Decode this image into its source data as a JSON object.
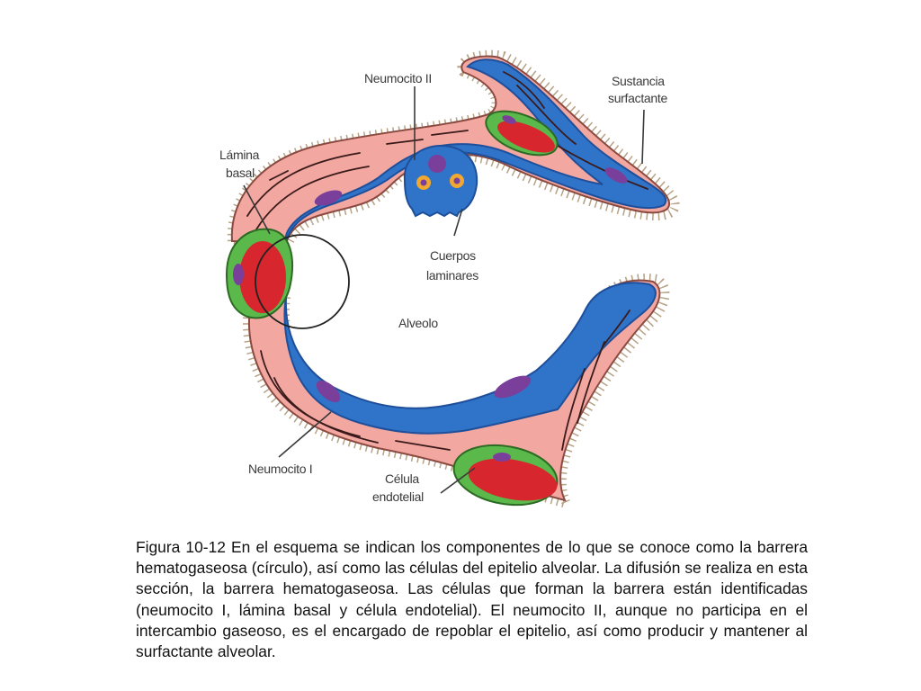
{
  "labels": {
    "neumocito_ii": "Neumocito II",
    "sustancia_1": "Sustancia",
    "sustancia_2": "surfactante",
    "lamina_1": "Lámina",
    "lamina_2": "basal",
    "cuerpos_1": "Cuerpos",
    "cuerpos_2": "laminares",
    "alveolo": "Alveolo",
    "neumocito_i": "Neumocito I",
    "celula_1": "Célula",
    "celula_2": "endotelial"
  },
  "caption": "Figura 10-12 En el esquema se indican los componentes de lo que se conoce como la barrera hematogaseosa (círculo), así como las células del epitelio alveolar. La difusión se realiza en esta sección, la barrera hematogaseosa. Las células que forman la barrera están identificadas (neumocito I, lámina basal y célula endotelial). El neumocito II, aunque no participa en el intercambio gaseoso, es el encargado de repoblar el epitelio, así como producir y mantener al surfactante alveolar.",
  "colors": {
    "tissue": "#f2a7a0",
    "epithelium": "#2f74c8",
    "epithelium_dark": "#1f4f9a",
    "nucleus": "#7a3f9a",
    "surfactant": "#b7a286",
    "rbc": "#d8262e",
    "endothelium": "#5bb84a",
    "fiber": "#3a1a1a"
  }
}
